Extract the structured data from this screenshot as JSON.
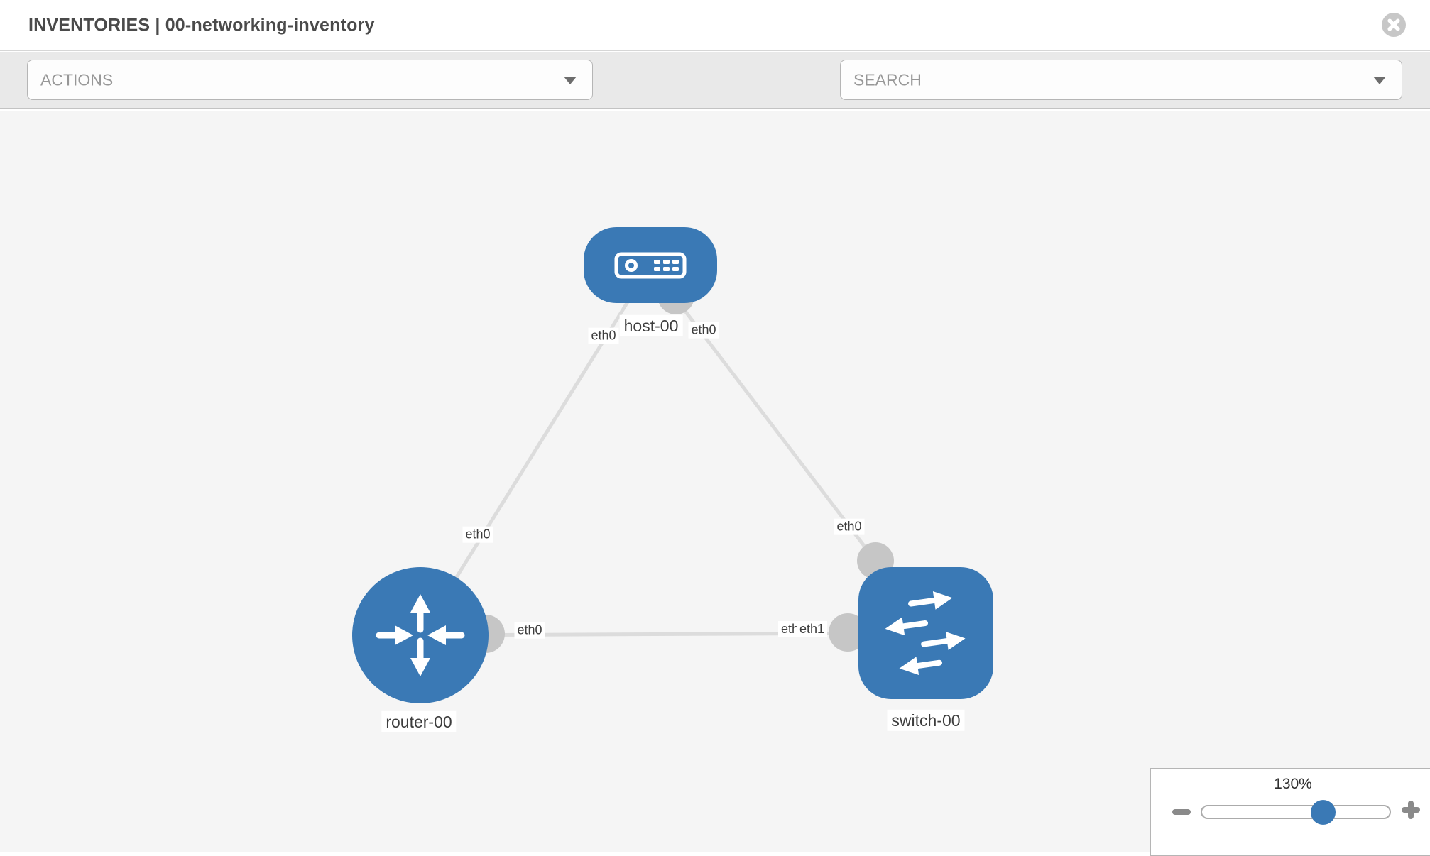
{
  "header": {
    "title": "INVENTORIES | 00-networking-inventory",
    "close_icon": "x-circle-icon"
  },
  "toolbar": {
    "actions_label": "ACTIONS",
    "search_label": "SEARCH",
    "icons": [
      "wrench-icon",
      "key-icon"
    ]
  },
  "topology": {
    "nodes": [
      {
        "id": "host-00",
        "label": "host-00",
        "type": "host",
        "shape": "rounded-rect",
        "icon": "server-icon"
      },
      {
        "id": "router-00",
        "label": "router-00",
        "type": "router",
        "shape": "circle",
        "icon": "router-arrows-icon"
      },
      {
        "id": "switch-00",
        "label": "switch-00",
        "type": "switch",
        "shape": "rounded-square",
        "icon": "switch-arrows-icon"
      }
    ],
    "links": [
      {
        "from": "host-00",
        "from_interface": "eth0",
        "to": "router-00",
        "to_interface": "eth0"
      },
      {
        "from": "host-00",
        "from_interface": "eth0",
        "to": "switch-00",
        "to_interface": "eth0"
      },
      {
        "from": "router-00",
        "from_interface": "eth0",
        "to": "switch-00",
        "to_interface": "eth1",
        "to_interface_overlapped": "eth0"
      }
    ]
  },
  "zoom_control": {
    "level": "130%",
    "minus_icon": "minus-icon",
    "plus_icon": "plus-icon"
  },
  "colors": {
    "node_blue": "#3a79b5",
    "link_gray": "#dcdcdc",
    "interface_dot_gray": "#c6c6c6",
    "canvas_bg": "#f5f5f5",
    "toolbar_bg": "#e9e9e9"
  }
}
